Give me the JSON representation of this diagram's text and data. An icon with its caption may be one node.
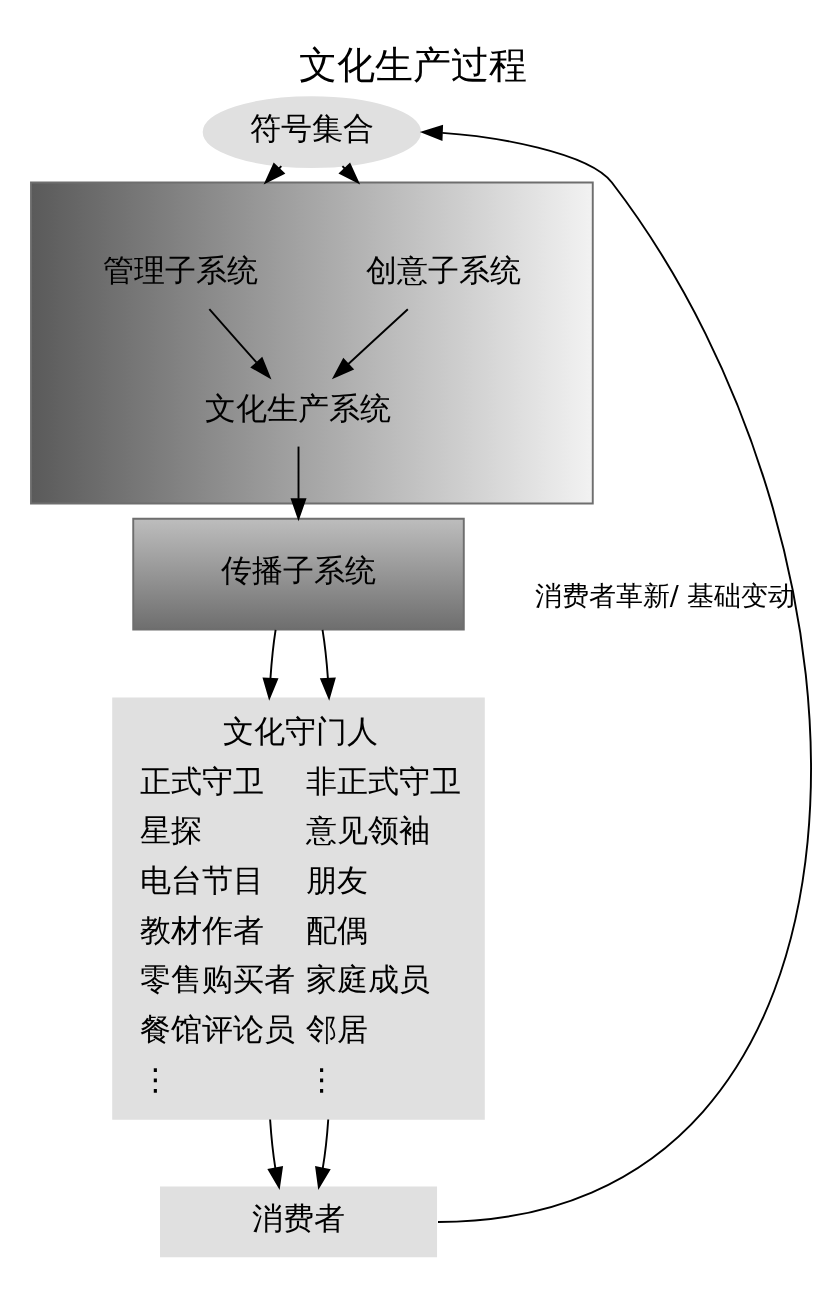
{
  "diagram": {
    "title": "文化生产过程",
    "nodes": [
      {
        "text": [
          "符号集合"
        ]
      },
      {
        "text": [],
        "shape": "funnel"
      },
      {
        "text": [
          "创意子系统"
        ],
        "in": 1
      },
      {
        "text": [
          "管理子系统"
        ],
        "in": 1
      },
      {
        "text": [
          "文化生产系统"
        ],
        "in": 1
      },
      {
        "text": [
          "传播子系统"
        ]
      },
      {
        "text": [
          "文化守门人",
          "正式守卫",
          "星探",
          "电台节目",
          "教材作者",
          "零售购买者",
          "餐馆评论员",
          "⋮",
          "非正式守卫",
          "意见领袖",
          "朋友",
          "配偶",
          "家庭成员",
          "邻居",
          "⋮"
        ]
      },
      {
        "text": [
          "消费者"
        ]
      }
    ],
    "edges": [
      {
        "from": 0,
        "to": 1,
        "arrow": "to"
      },
      {
        "from": 0,
        "to": 1,
        "arrow": "to"
      },
      {
        "from": 2,
        "to": 4,
        "arrow": "to"
      },
      {
        "from": 3,
        "to": 4,
        "arrow": "to"
      },
      {
        "from": 4,
        "to": 5,
        "arrow": "to"
      },
      {
        "from": 5,
        "to": 6,
        "arrow": "to"
      },
      {
        "from": 5,
        "to": 6,
        "arrow": "to"
      },
      {
        "from": 6,
        "to": 7,
        "arrow": "to"
      },
      {
        "from": 6,
        "to": 7,
        "arrow": "to"
      },
      {
        "from": 7,
        "to": 0,
        "arrow": "to",
        "label": "消费者革新/ 基础变动"
      }
    ]
  }
}
